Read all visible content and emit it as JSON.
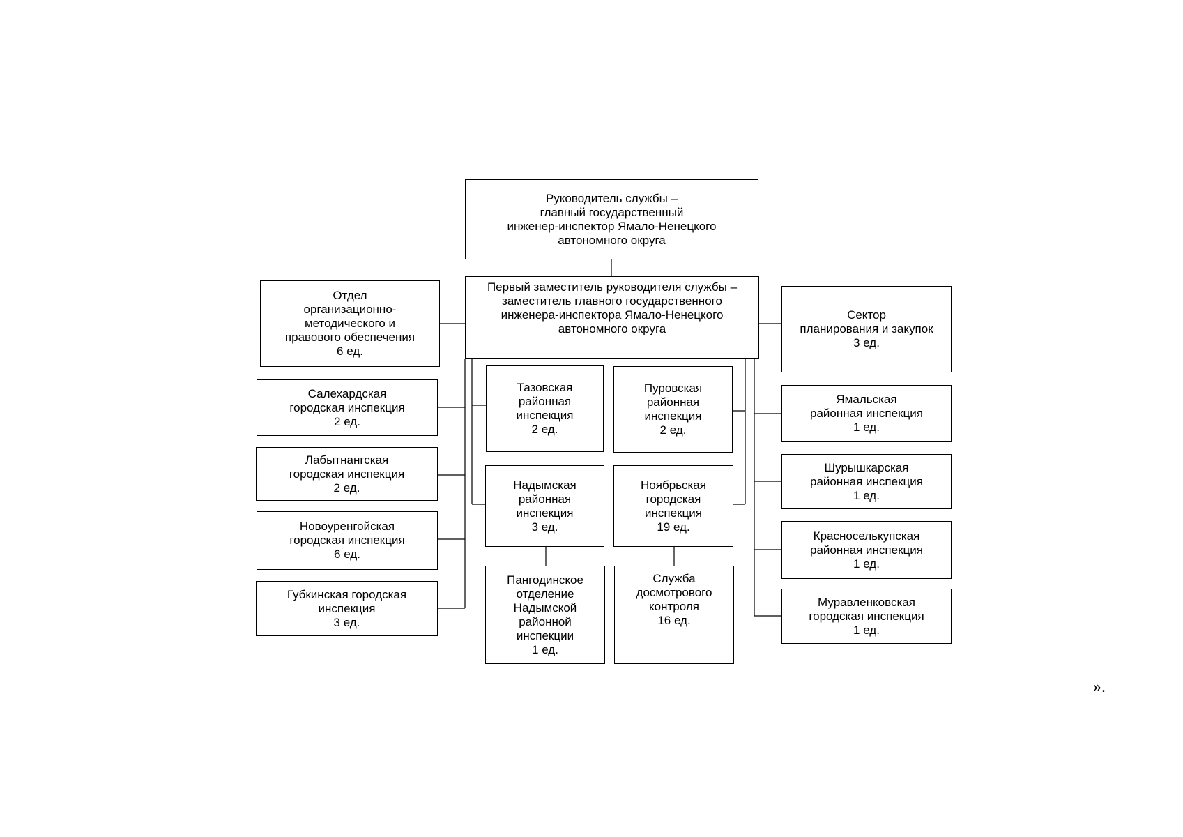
{
  "chart": {
    "head": "Руководитель службы –\nглавный государственный\nинженер-инспектор Ямало-Ненецкого\nавтономного округа",
    "deputy": "Первый заместитель руководителя службы –\nзаместитель главного государственного\nинженера-инспектора Ямало-Ненецкого\nавтономного округа",
    "left": {
      "org_dept": "Отдел\nорганизационно-\nметодического и\nправового обеспечения\n6 ед.",
      "salekhard": "Салехардская\nгородская инспекция\n2 ед.",
      "labytnangi": "Лабытнангская\nгородская инспекция\n2 ед.",
      "novy_urengoy": "Новоуренгойская\nгородская инспекция\n6 ед.",
      "gubkinsky": "Губкинская городская\nинспекция\n3 ед."
    },
    "center": {
      "tazovsky": "Тазовская\nрайонная\nинспекция\n2 ед.",
      "purovsky": "Пуровская\nрайонная\nинспекция\n2 ед.",
      "nadymsky": "Надымская\nрайонная\nинспекция\n3 ед.",
      "noyabrsk": "Ноябрьская\nгородская\nинспекция\n19 ед.",
      "pangody": "Пангодинское\nотделение\nНадымской\nрайонной\nинспекции\n1 ед.",
      "inspection_service": "Служба\nдосмотрового\nконтроля\n16 ед."
    },
    "right": {
      "planning": "Сектор\nпланирования и закупок\n3 ед.",
      "yamalsky": "Ямальская\nрайонная инспекция\n1 ед.",
      "shuryshkarsky": "Шурышкарская\nрайонная инспекция\n1 ед.",
      "krasnoselkupsky": "Красноселькупская\nрайонная инспекция\n1 ед.",
      "muravlenko": "Муравленковская\nгородская инспекция\n1 ед."
    }
  },
  "tail_text": "»."
}
